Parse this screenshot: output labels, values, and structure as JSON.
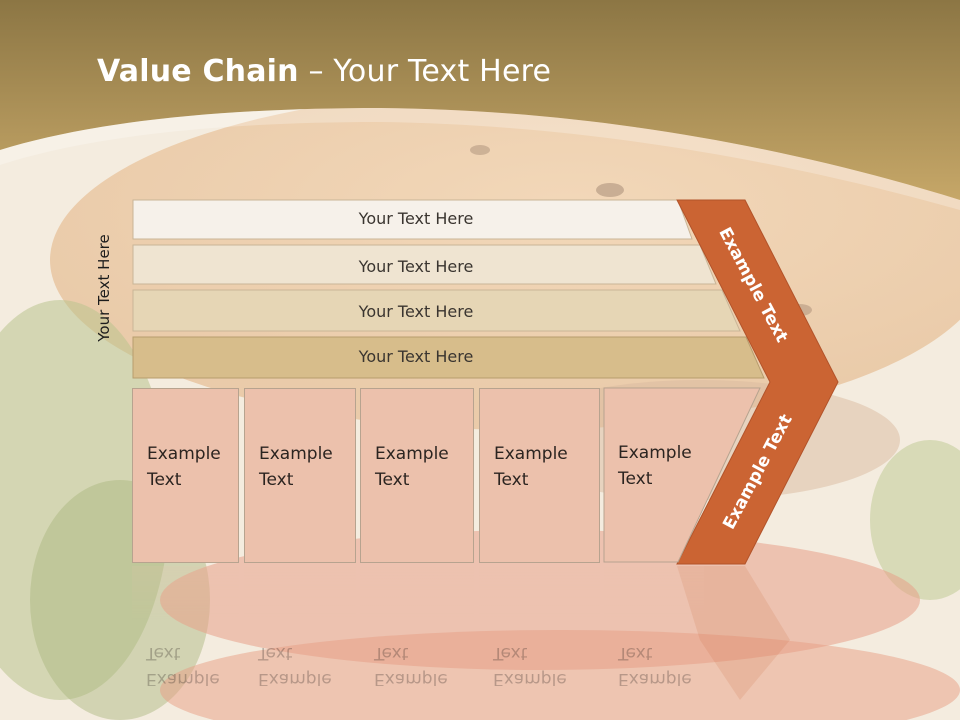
{
  "slide": {
    "title_bold": "Value Chain",
    "title_rest": " – Your Text Here",
    "side_label": "Your Text Here"
  },
  "rows": [
    {
      "label": "Your Text Here",
      "color": "#f6f1ea"
    },
    {
      "label": "Your Text Here",
      "color": "#efe4d1"
    },
    {
      "label": "Your Text Here",
      "color": "#e6d6b5"
    },
    {
      "label": "Your Text Here",
      "color": "#d7bd8b"
    }
  ],
  "cells": [
    {
      "line1": "Example",
      "line2": "Text"
    },
    {
      "line1": "Example",
      "line2": "Text"
    },
    {
      "line1": "Example",
      "line2": "Text"
    },
    {
      "line1": "Example",
      "line2": "Text"
    },
    {
      "line1": "Example",
      "line2": "Text"
    }
  ],
  "arrow": {
    "upper_text": "Example Text",
    "lower_text": "Example Text",
    "color": "#cb6433"
  },
  "theme": {
    "header_color": "#b79a5a",
    "cell_color": "#ecc1ac"
  }
}
